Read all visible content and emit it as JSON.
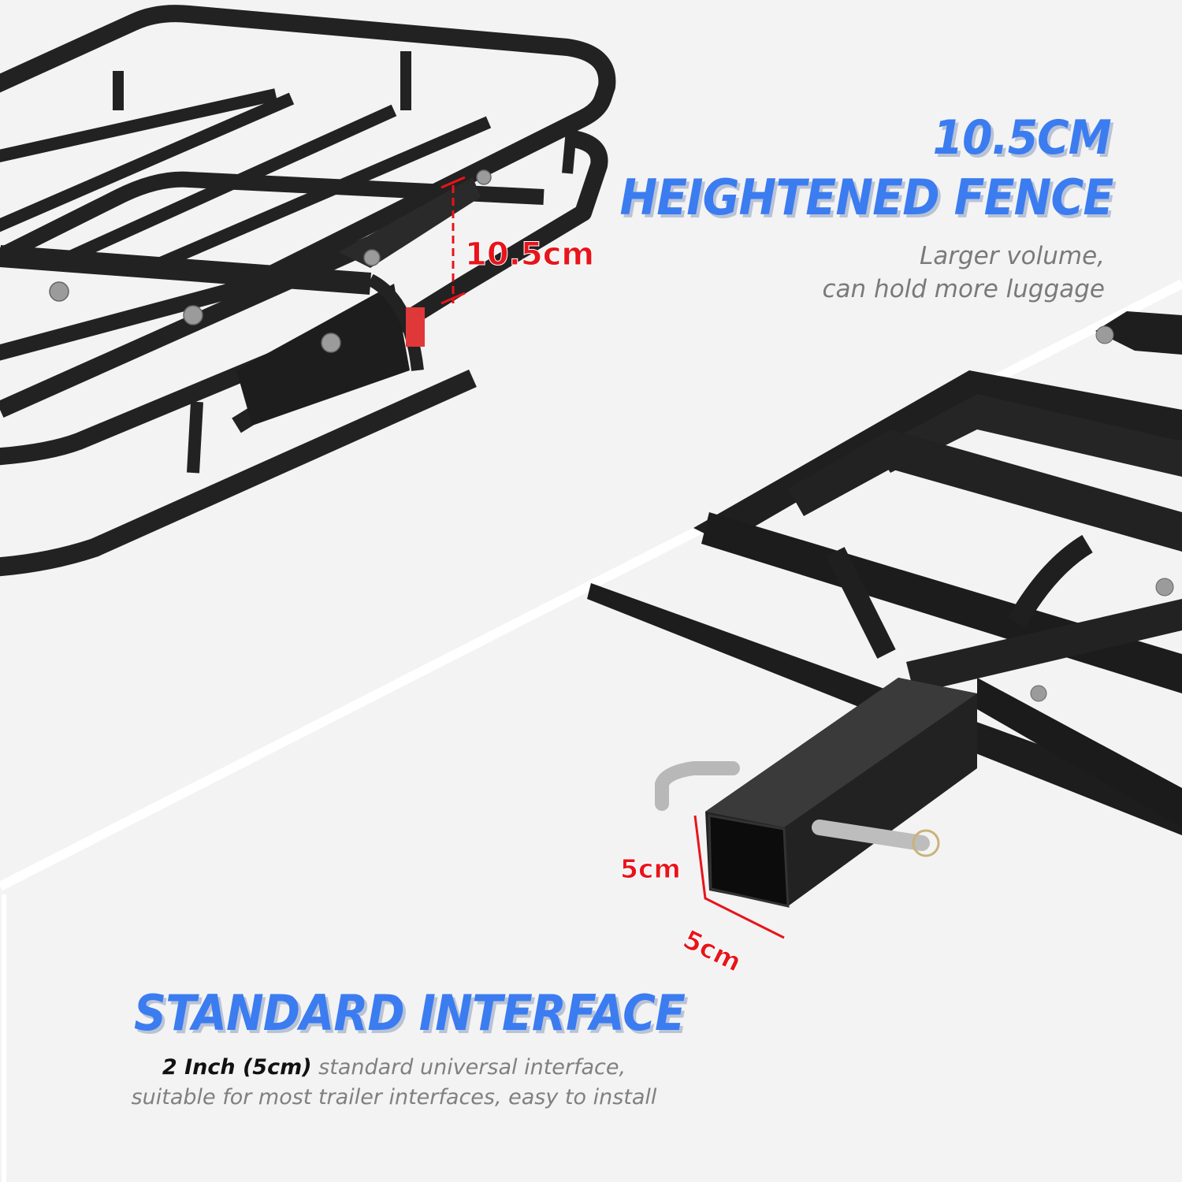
{
  "colors": {
    "background": "#f3f3f3",
    "headline_blue": "#3b7cf0",
    "headline_shadow": "#b9c3d6",
    "dimension_red": "#e8141b",
    "body_gray": "#7a7a7a",
    "rack_black": "#1f1f1f"
  },
  "fence_section": {
    "headline_line1": "10.5CM",
    "headline_line2": "HEIGHTENED FENCE",
    "subtitle_line1": "Larger volume,",
    "subtitle_line2": "can hold more luggage",
    "dimension_label": "10.5cm"
  },
  "interface_section": {
    "headline": "STANDARD INTERFACE",
    "description_bold": "2 Inch (5cm)",
    "description_line1_rest": " standard universal interface,",
    "description_line2": "suitable for most trailer interfaces, easy to install",
    "dimension_height_label": "5cm",
    "dimension_width_label": "5cm"
  },
  "illustrations": [
    {
      "name": "cargo-rack-top-view",
      "description": "black steel cargo basket with raised fence rails"
    },
    {
      "name": "hitch-receiver-view",
      "description": "square 2-inch hitch tube with pin and clip"
    }
  ]
}
